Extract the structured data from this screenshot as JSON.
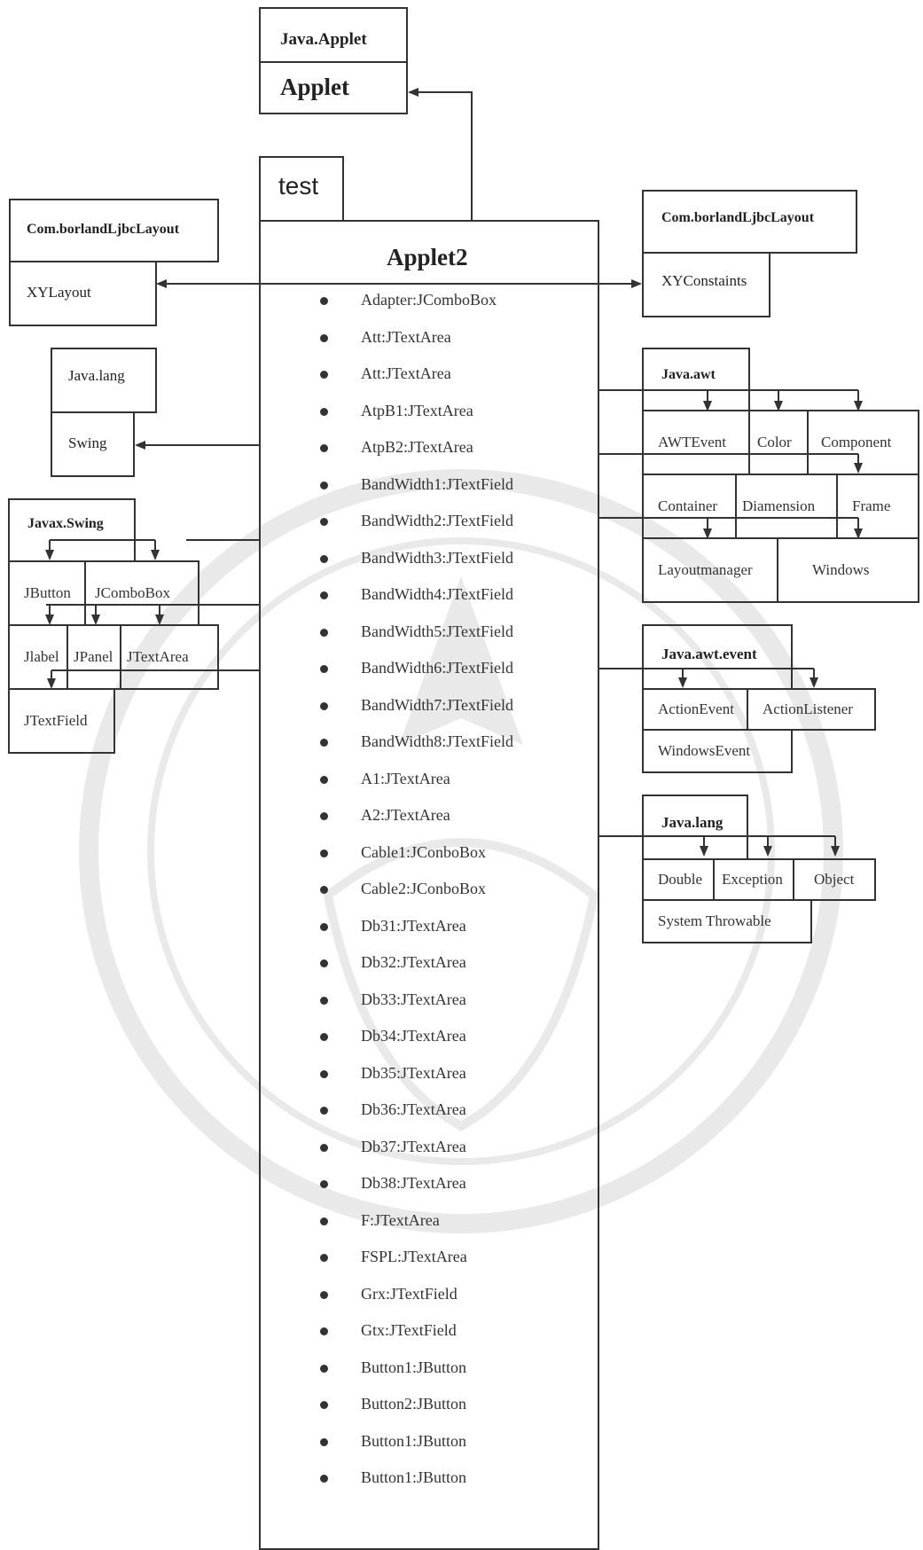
{
  "applet_package": {
    "package": "Java.Applet",
    "name": "Applet"
  },
  "main_class": {
    "tab": "test",
    "name": "Applet2"
  },
  "attributes": [
    "Adapter:JComboBox",
    "Att:JTextArea",
    "Att:JTextArea",
    "AtpB1:JTextArea",
    "AtpB2:JTextArea",
    "BandWidth1:JTextField",
    "BandWidth2:JTextField",
    "BandWidth3:JTextField",
    "BandWidth4:JTextField",
    "BandWidth5:JTextField",
    "BandWidth6:JTextField",
    "BandWidth7:JTextField",
    "BandWidth8:JTextField",
    "A1:JTextArea",
    "A2:JTextArea",
    "Cable1:JConboBox",
    "Cable2:JConboBox",
    "Db31:JTextArea",
    "Db32:JTextArea",
    "Db33:JTextArea",
    "Db34:JTextArea",
    "Db35:JTextArea",
    "Db36:JTextArea",
    "Db37:JTextArea",
    "Db38:JTextArea",
    "F:JTextArea",
    "FSPL:JTextArea",
    "Grx:JTextField",
    "Gtx:JTextField",
    "Button1:JButton",
    "Button2:JButton",
    "Button1:JButton",
    "Button1:JButton"
  ],
  "xylayout": {
    "package": "Com.borlandLjbcLayout",
    "name": "XYLayout"
  },
  "xyconstraints": {
    "package": "Com.borlandLjbcLayout",
    "name": "XYConstaints"
  },
  "java_lang_swing": {
    "package": "Java.lang",
    "name": "Swing"
  },
  "javax_swing": {
    "package": "Javax.Swing",
    "classes": [
      "JButton",
      "JComboBox",
      "Jlabel",
      "JPanel",
      "JTextArea",
      "JTextField"
    ]
  },
  "java_awt": {
    "package": "Java.awt",
    "classes": [
      "AWTEvent",
      "Color",
      "Component",
      "Container",
      "Diamension",
      "Frame",
      "Layoutmanager",
      "Windows"
    ]
  },
  "java_awt_event": {
    "package": "Java.awt.event",
    "classes": [
      "ActionEvent",
      "ActionListener",
      "WindowsEvent"
    ]
  },
  "java_lang": {
    "package": "Java.lang",
    "classes": [
      "Double",
      "Exception",
      "Object",
      "System Throwable"
    ]
  }
}
